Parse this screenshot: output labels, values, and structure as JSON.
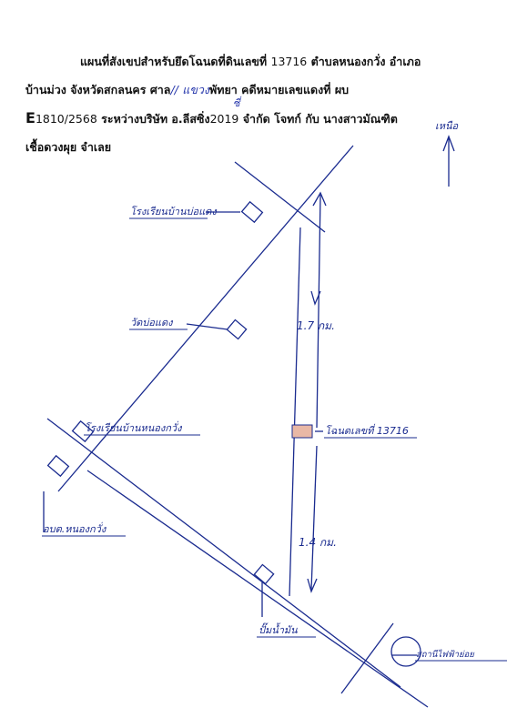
{
  "header": {
    "line1_a": "แผนที่สังเขปสำหรับยึดโฉนดที่ดินเลขที่",
    "deed_number": "13716",
    "line1_b": "ตำบลหนองกวั่ง อำเภอ",
    "line2_a": "บ้านม่วง จังหวัดสกลนคร  ศาล",
    "court_handwritten": "แขวง",
    "court_num_handwritten": "//",
    "line2_b": "พัทยา คดีหมายเลขแดงที่ ผบ",
    "line3_prefix": "E",
    "case_number": "1810/2568",
    "line3_a": "ระหว่างบริษัท อ.ลีสซิ่ง",
    "above_note": "ซี่",
    "year": "2019",
    "line3_b": "จำกัด  โจทก์ กับ นางสาวมัณฑิต",
    "line4": "เชื้อดวงผุย จำเลย"
  },
  "north": {
    "label": "เหนือ"
  },
  "map": {
    "labels": {
      "school_1": "โรงเรียนบ้านบ่อแดง",
      "temple": "วัดบ่อแดง",
      "school_2": "โรงเรียนบ้านหนองกวั่ง",
      "sao": "อบต.หนองกวั่ง",
      "gas_station": "ปั๊มน้ำมัน",
      "deed_plot": "โฉนดเลขที่ 13716",
      "power_station": "สถานีไฟฟ้าย่อย"
    },
    "distances": {
      "upper": "1.7 กม.",
      "lower": "1.4 กม."
    },
    "colors": {
      "ink": "#1a2b8f",
      "plot_fill": "#e9b8a6"
    }
  }
}
